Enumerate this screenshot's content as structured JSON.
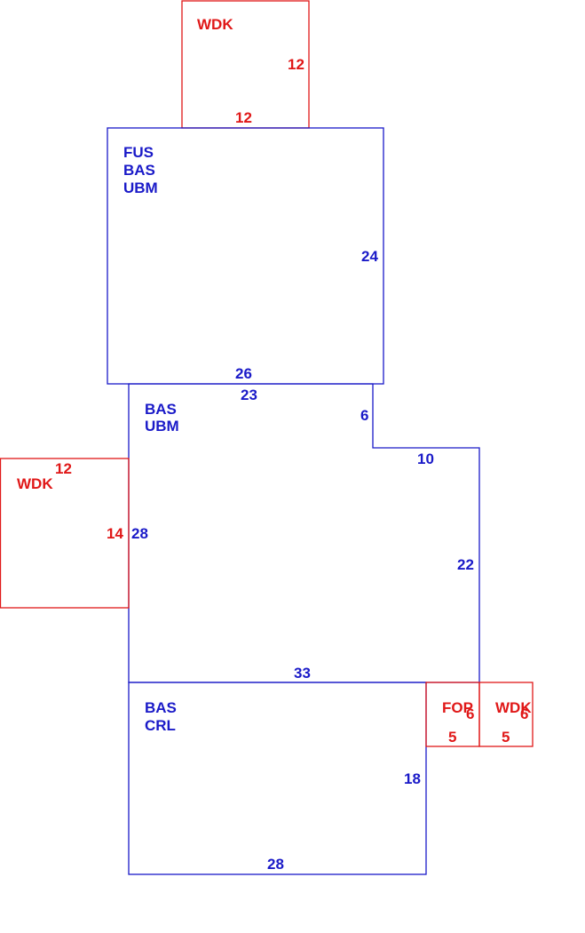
{
  "colors": {
    "main": "#1a1ac8",
    "addition": "#e01818"
  },
  "upper_story": {
    "codes": [
      "FUS",
      "BAS",
      "UBM"
    ],
    "dim_right": "24",
    "dim_bottom": "26"
  },
  "top_deck": {
    "code": "WDK",
    "dim_right": "12",
    "dim_bottom": "12"
  },
  "middle_section": {
    "codes": [
      "BAS",
      "UBM"
    ],
    "dim_top": "23",
    "dim_notch_height": "6",
    "dim_notch_width": "10",
    "dim_right": "22",
    "dim_left": "28",
    "dim_bottom": "33"
  },
  "left_deck": {
    "code": "WDK",
    "dim_top": "12",
    "dim_right": "14"
  },
  "lower_section": {
    "codes": [
      "BAS",
      "CRL"
    ],
    "dim_right": "18",
    "dim_bottom": "28"
  },
  "porch": {
    "code": "FOP",
    "dim_right": "6",
    "dim_bottom": "5"
  },
  "right_deck": {
    "code": "WDK",
    "dim_right": "6",
    "dim_bottom": "5"
  }
}
